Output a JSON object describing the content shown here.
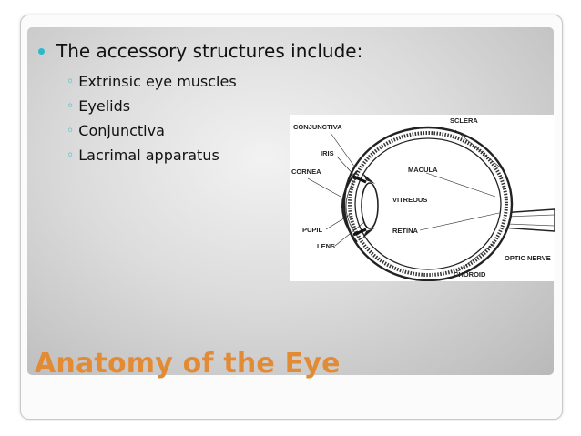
{
  "slide": {
    "bullet": "The accessory structures include:",
    "subitems": [
      "Extrinsic eye muscles",
      "Eyelids",
      "Conjunctiva",
      "Lacrimal apparatus"
    ],
    "sub_marker": "◦",
    "title": "Anatomy of the Eye"
  },
  "diagram": {
    "labels": {
      "conjunctiva": "CONJUNCTIVA",
      "sclera": "SCLERA",
      "iris": "IRIS",
      "cornea": "CORNEA",
      "macula": "MACULA",
      "vitreous": "VITREOUS",
      "pupil": "PUPIL",
      "retina": "RETINA",
      "lens": "LENS",
      "optic_nerve": "OPTIC NERVE",
      "choroid": "CHOROID"
    }
  },
  "colors": {
    "accent": "#2bb9c9",
    "title": "#e38b34"
  }
}
